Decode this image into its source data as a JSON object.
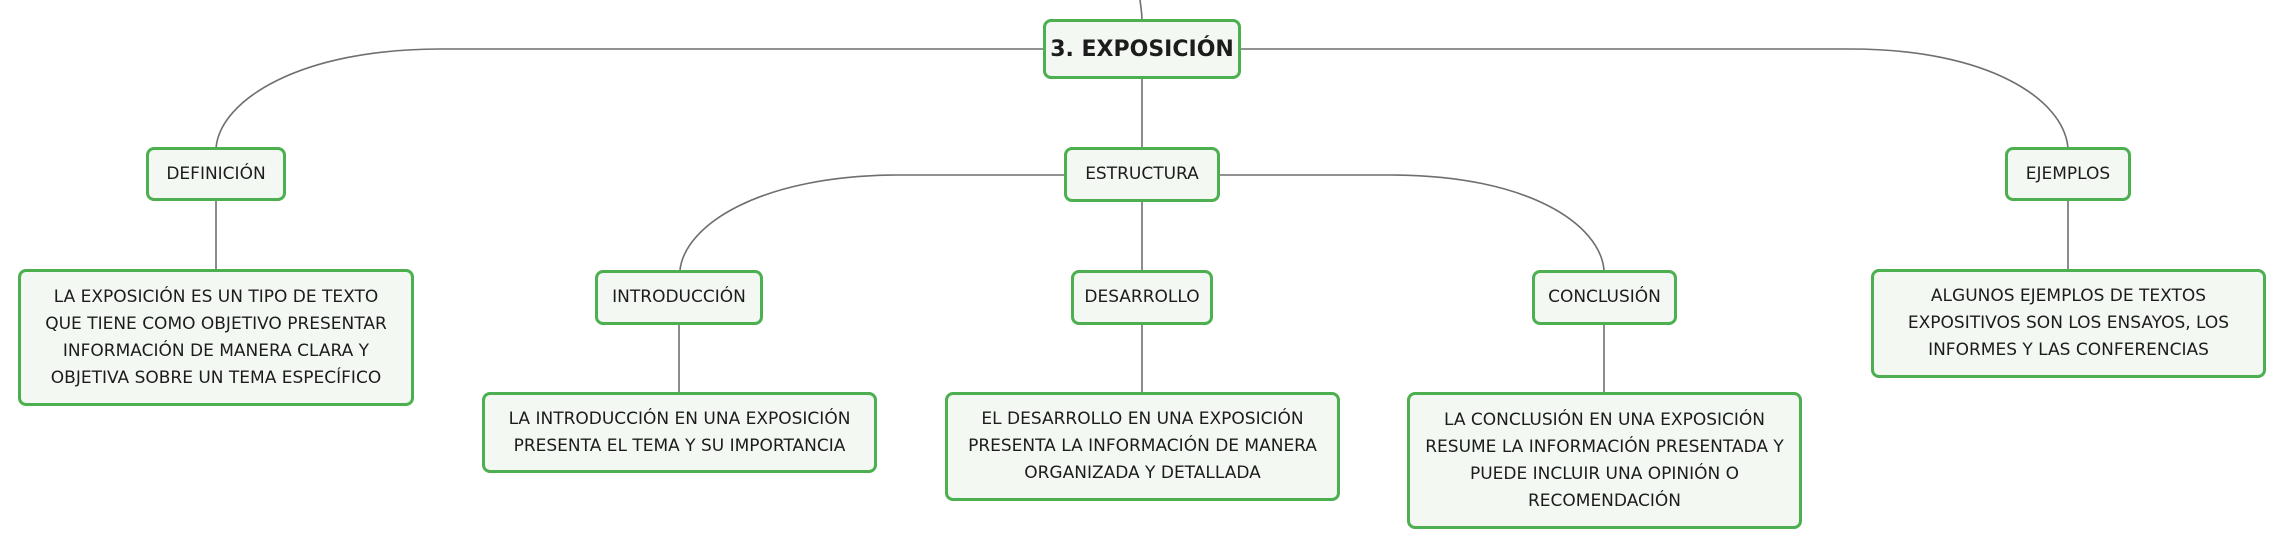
{
  "root": {
    "label": "3. EXPOSICIÓN"
  },
  "definicion": {
    "label": "DEFINICIÓN",
    "text": "LA EXPOSICIÓN ES UN TIPO DE TEXTO QUE TIENE COMO OBJETIVO PRESENTAR INFORMACIÓN DE MANERA CLARA Y OBJETIVA SOBRE UN TEMA ESPECÍFICO"
  },
  "estructura": {
    "label": "ESTRUCTURA",
    "introduccion": {
      "label": "INTRODUCCIÓN",
      "text": "LA INTRODUCCIÓN EN UNA EXPOSICIÓN PRESENTA EL TEMA Y SU IMPORTANCIA"
    },
    "desarrollo": {
      "label": "DESARROLLO",
      "text": "EL DESARROLLO EN UNA EXPOSICIÓN PRESENTA LA INFORMACIÓN DE MANERA ORGANIZADA Y DETALLADA"
    },
    "conclusion": {
      "label": "CONCLUSIÓN",
      "text": "LA CONCLUSIÓN EN UNA EXPOSICIÓN RESUME LA INFORMACIÓN PRESENTADA Y PUEDE INCLUIR UNA OPINIÓN O RECOMENDACIÓN"
    }
  },
  "ejemplos": {
    "label": "EJEMPLOS",
    "text": "ALGUNOS EJEMPLOS DE TEXTOS EXPOSITIVOS SON LOS ENSAYOS, LOS INFORMES Y LAS CONFERENCIAS"
  },
  "colors": {
    "node_border": "#4caf50",
    "node_fill": "#f3f8f3",
    "connector": "#6f6f6f"
  }
}
